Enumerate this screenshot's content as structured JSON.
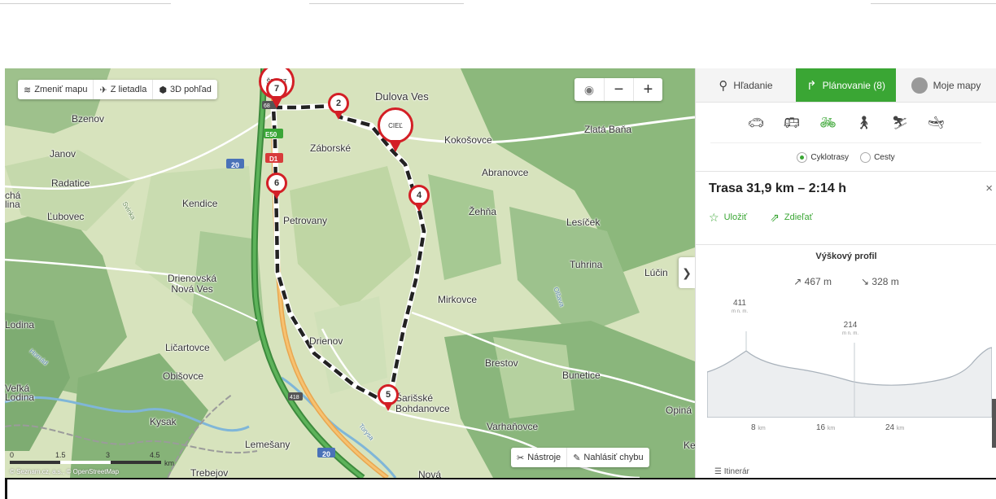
{
  "map": {
    "toolbar": {
      "change_map": "Zmeniť mapu",
      "aerial": "Z lietadla",
      "view3d": "3D pohľad"
    },
    "zoom": {
      "minus": "−",
      "plus": "+"
    },
    "places": [
      "Dulova Ves",
      "Bzenov",
      "Záborské",
      "Kokošovce",
      "Zlatá Baňa",
      "Janov",
      "Radatice",
      "Abranovce",
      "Kendice",
      "Ľubovec",
      "Petrovany",
      "Žehňa",
      "Lesíček",
      "Tuhrina",
      "Lúčin",
      "Drienovská\nNová Ves",
      "Mirkovce",
      "Lodina",
      "Drienov",
      "Ličartovce",
      "Brestov",
      "Obišovce",
      "Bunetice",
      "Šarišské\nBohdanovce",
      "Kysak",
      "Varhaňovce",
      "Lemešany",
      "Opiná",
      "Trebejov",
      "Nová",
      "chá\nlina",
      "Veľká\nLodina",
      "Ke",
      "Svinka",
      "Olšava",
      "Hornád",
      "Torysa"
    ],
    "road_numbers": [
      "20",
      "E50",
      "D1",
      "20",
      "418",
      "68"
    ],
    "markers": [
      {
        "label": "ŠTART",
        "kind": "start"
      },
      {
        "label": "7",
        "kind": "waypoint"
      },
      {
        "label": "2",
        "kind": "waypoint"
      },
      {
        "label": "CIEĽ",
        "kind": "finish"
      },
      {
        "label": "6",
        "kind": "waypoint"
      },
      {
        "label": "4",
        "kind": "waypoint"
      },
      {
        "label": "5",
        "kind": "waypoint"
      }
    ],
    "scale": {
      "ticks": [
        "0",
        "1.5",
        "3",
        "4.5"
      ],
      "unit": "km"
    },
    "copyright": "© Seznam.cz, a.s., © OpenStreetMap",
    "tools": {
      "tools": "Nástroje",
      "report": "Nahlásiť chybu"
    },
    "colors": {
      "route": "#222222",
      "pin": "#d31f26",
      "accent": "#3aa634"
    }
  },
  "panel": {
    "tabs": {
      "search": "Hľadanie",
      "planning": "Plánovanie (8)",
      "my_maps": "Moje mapy"
    },
    "modes": [
      "car-icon",
      "bus-icon",
      "bike-icon",
      "walk-icon",
      "ski-icon",
      "boat-icon"
    ],
    "radios": {
      "cycle": "Cyklotrasy",
      "roads": "Cesty",
      "selected": "Cyklotrasy"
    },
    "route_title": "Trasa 31,9 km – 2:14 h",
    "close": "×",
    "save": "Uložiť",
    "share": "Zdieľať",
    "profile": {
      "title": "Výškový profil",
      "ascent": "467 m",
      "descent": "328 m",
      "max": {
        "value": "411",
        "unit": "m n. m."
      },
      "min": {
        "value": "214",
        "unit": "m n. m."
      },
      "x_ticks": [
        {
          "value": "8",
          "unit": "km"
        },
        {
          "value": "16",
          "unit": "km"
        },
        {
          "value": "24",
          "unit": "km"
        }
      ]
    },
    "itinerary": "Itinerár"
  }
}
